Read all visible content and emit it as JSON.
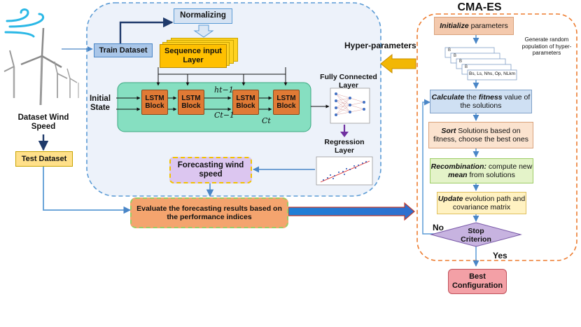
{
  "cmaes": {
    "title": "CMA-ES",
    "initialize": {
      "kw": "Initialize",
      "rest": " parameters"
    },
    "generate_note": "Generate random population of hyper-parameters",
    "stack_lines": [
      "B",
      "B",
      "B",
      "B",
      "B"
    ],
    "stack_last_line": "Bs, Ls, Nhs, Op, NLkm",
    "fitness": {
      "kw1": "Calculate",
      "mid": " the ",
      "kw2": "fitness",
      "rest": " value of the solutions"
    },
    "sort": {
      "kw": "Sort",
      "rest": " Solutions based on fitness, choose the best ones"
    },
    "recombination": {
      "kw": "Recombination:",
      "mid": " compute new ",
      "kw2": "mean",
      "rest": " from solutions"
    },
    "update": {
      "kw": "Update",
      "rest": " evolution path and covariance matrix"
    },
    "stop": "Stop Criterion",
    "no": "No",
    "yes": "Yes",
    "best": "Best Configuration"
  },
  "hyper_parameters": "Hyper-parameters",
  "normalizing": "Normalizing",
  "sequence_input": "Sequence input Layer",
  "train_dataset": "Train Dataset",
  "dataset_wind_speed": "Dataset Wind Speed",
  "test_dataset": "Test Dataset",
  "initial_state": "Initial State",
  "lstm_block": "LSTM Block",
  "h_label": "ht−1",
  "c_prev_label": "Ct−1",
  "c_label": "Ct",
  "fully_connected": "Fully Connected Layer",
  "regression_layer": "Regression Layer",
  "forecasting": "Forecasting wind speed",
  "evaluate": {
    "kw": "Evaluate",
    "rest": " the forecasting results based on the performance indices"
  },
  "colors": {
    "dashed_blue": "#5b9bd5",
    "dashed_orange": "#ed7d31",
    "lstm_orange": "#e07a35",
    "lstm_panel": "#86dfc1",
    "arrow_blue": "#5b9bd5",
    "yellow_arrow": "#f2b705"
  },
  "icons": [
    "wind-icon",
    "wind-turbine-icon",
    "neural-network-icon",
    "regression-plot-icon"
  ]
}
